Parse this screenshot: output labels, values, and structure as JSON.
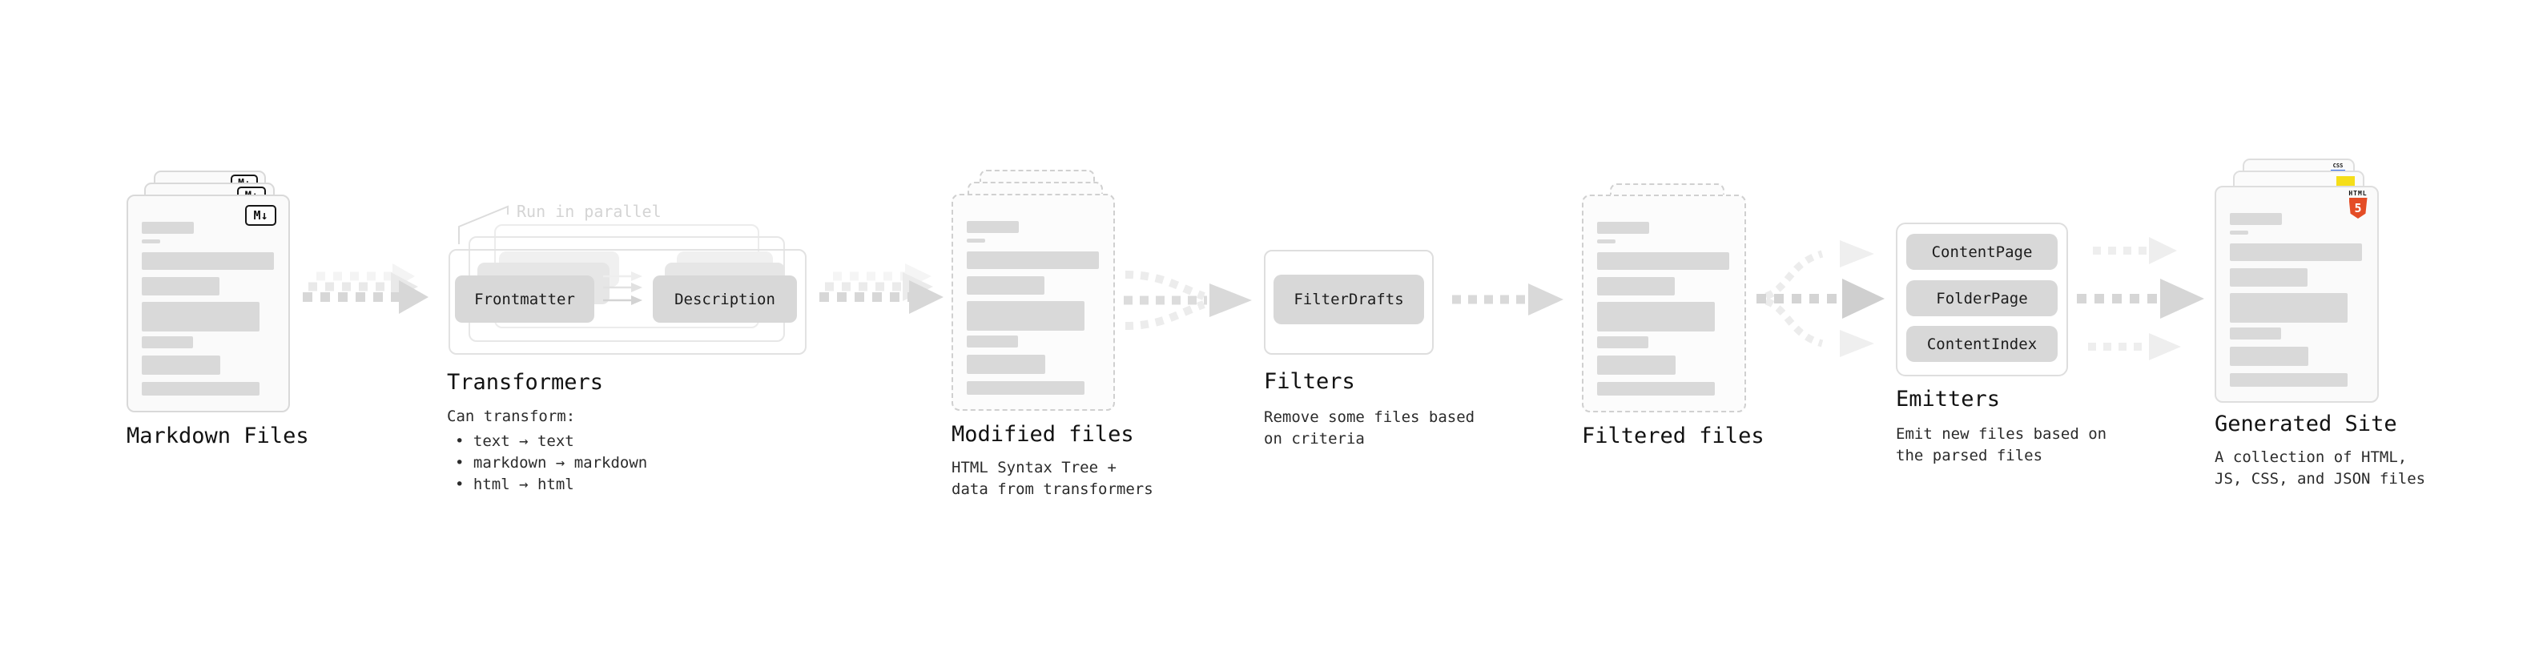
{
  "colors": {
    "accent_html5": "#e44d26",
    "accent_js": "#f5de19",
    "accent_css": "#2864e8",
    "card_border": "#d9d9d9",
    "button_fill": "#d8d8d8",
    "arrow": "#d7d7d7",
    "annotation_text": "#d4d4d4"
  },
  "nodes": {
    "markdown_files": {
      "label": "Markdown Files",
      "logo": "M↓"
    },
    "transformers": {
      "label": "Transformers",
      "annotation": "Run in parallel",
      "button_frontmatter": "Frontmatter",
      "button_description": "Description",
      "caption_title": "Can transform:",
      "bullets": [
        "• text → text",
        "• markdown → markdown",
        "• html → html"
      ]
    },
    "modified_files": {
      "label": "Modified files",
      "caption_lines": [
        "HTML Syntax Tree +",
        "data from transformers"
      ]
    },
    "filters": {
      "label": "Filters",
      "button_filterdrafts": "FilterDrafts",
      "caption_lines": [
        "Remove some files based",
        "on criteria"
      ]
    },
    "filtered_files": {
      "label": "Filtered files"
    },
    "emitters": {
      "label": "Emitters",
      "button_contentpage": "ContentPage",
      "button_folderpage": "FolderPage",
      "button_contentindex": "ContentIndex",
      "caption_lines": [
        "Emit new files based on",
        "the parsed files"
      ]
    },
    "generated_site": {
      "label": "Generated Site",
      "badge_css": "CSS",
      "badge_html_text": "HTML",
      "badge_html_number": "5",
      "caption_lines": [
        "A collection of HTML,",
        "JS, CSS, and JSON files"
      ]
    }
  }
}
